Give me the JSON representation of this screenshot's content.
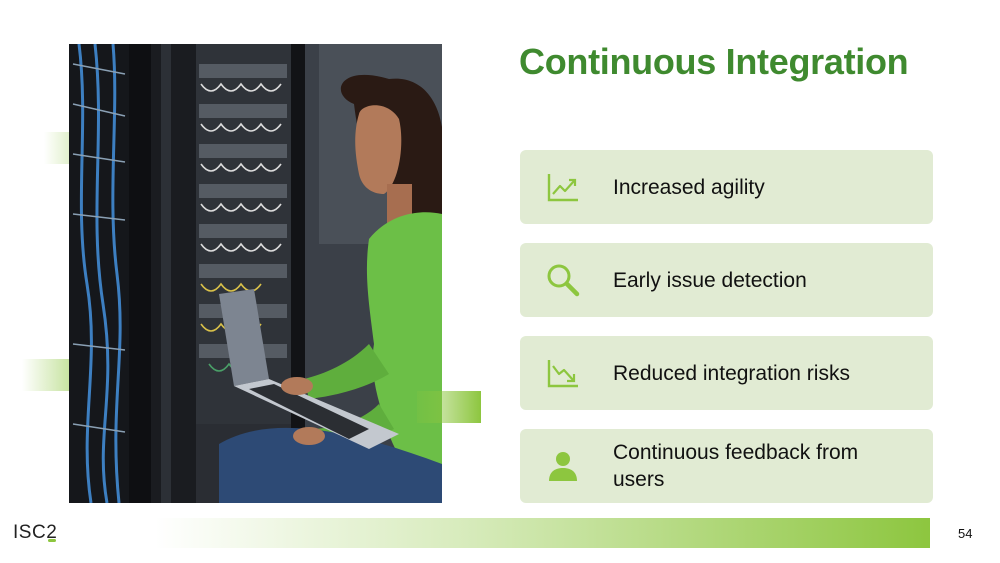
{
  "slide": {
    "title": "Continuous Integration",
    "page_number": "54",
    "logo_text": "ISC",
    "logo_suffix": "2"
  },
  "benefits": [
    {
      "label": "Increased agility",
      "icon": "trending-up-chart-icon"
    },
    {
      "label": "Early issue detection",
      "icon": "magnifying-glass-icon"
    },
    {
      "label": "Reduced integration risks",
      "icon": "trending-down-chart-icon"
    },
    {
      "label": "Continuous feedback from users",
      "icon": "user-icon"
    }
  ],
  "colors": {
    "accent_green": "#8dc63f",
    "title_green": "#3f8a2f",
    "card_background": "#e1ebd3",
    "icon_green": "#8dc63f"
  },
  "photo": {
    "subject": "woman-with-laptop-in-server-room"
  }
}
